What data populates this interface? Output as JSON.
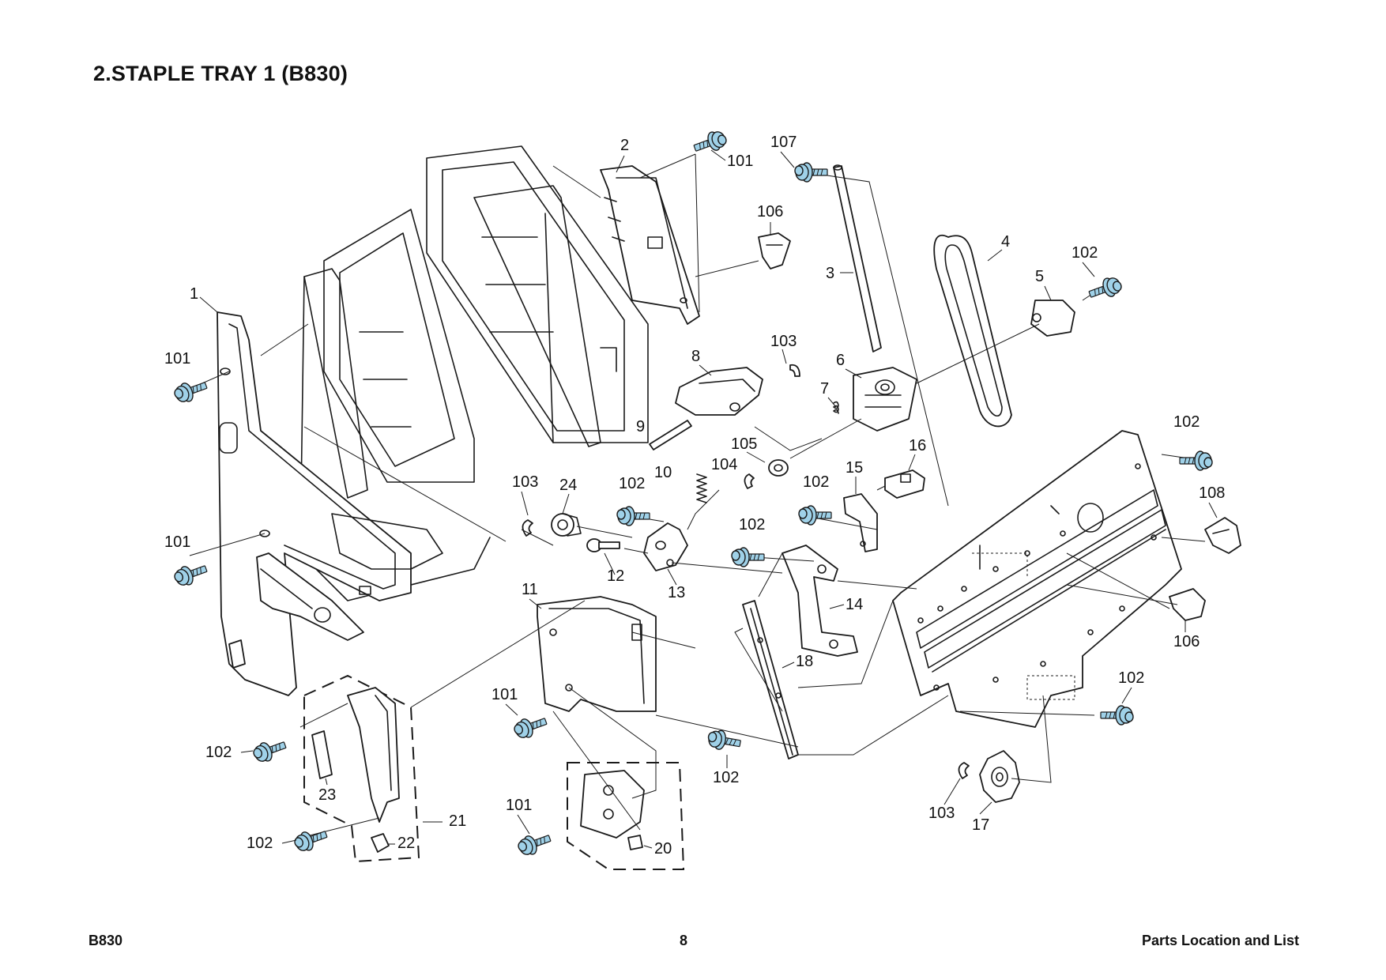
{
  "page_title": "2.STAPLE TRAY 1 (B830)",
  "footer": {
    "left": "B830",
    "center": "8",
    "right": "Parts Location and List"
  },
  "colors": {
    "screw_fill": "#9fd1e8",
    "line": "#1a1a1a"
  },
  "callouts": {
    "c1": "1",
    "c2": "2",
    "c3": "3",
    "c4": "4",
    "c5": "5",
    "c6": "6",
    "c7": "7",
    "c8": "8",
    "c9": "9",
    "c10": "10",
    "c11": "11",
    "c12": "12",
    "c13": "13",
    "c14": "14",
    "c15": "15",
    "c16": "16",
    "c17": "17",
    "c18": "18",
    "c20": "20",
    "c21": "21",
    "c22": "22",
    "c23": "23",
    "c24": "24",
    "c101": "101",
    "c102": "102",
    "c103": "103",
    "c104": "104",
    "c105": "105",
    "c106": "106",
    "c107": "107",
    "c108": "108"
  }
}
